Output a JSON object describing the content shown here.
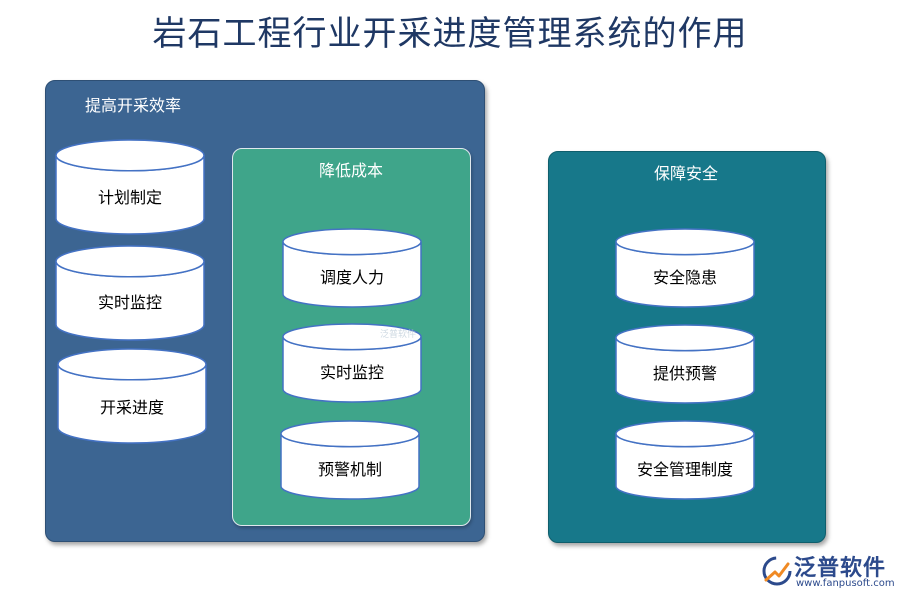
{
  "title": "岩石工程行业开采进度管理系统的作用",
  "groups": [
    {
      "label": "提高开采效率",
      "items": [
        "计划制定",
        "实时监控",
        "开采进度"
      ]
    },
    {
      "label": "降低成本",
      "items": [
        "调度人力",
        "实时监控",
        "预警机制"
      ]
    },
    {
      "label": "保障安全",
      "items": [
        "安全隐患",
        "提供预警",
        "安全管理制度"
      ]
    }
  ],
  "watermark": "泛普软件",
  "logo": {
    "name": "泛普软件",
    "url": "www.fanpusoft.com"
  },
  "colors": {
    "title": "#1f3864",
    "efficiency_panel": "#3c6592",
    "cost_panel": "#3fa58a",
    "safety_panel": "#17788a",
    "cylinder_fill": "#ffffff",
    "cylinder_outline": "#4472c4"
  }
}
